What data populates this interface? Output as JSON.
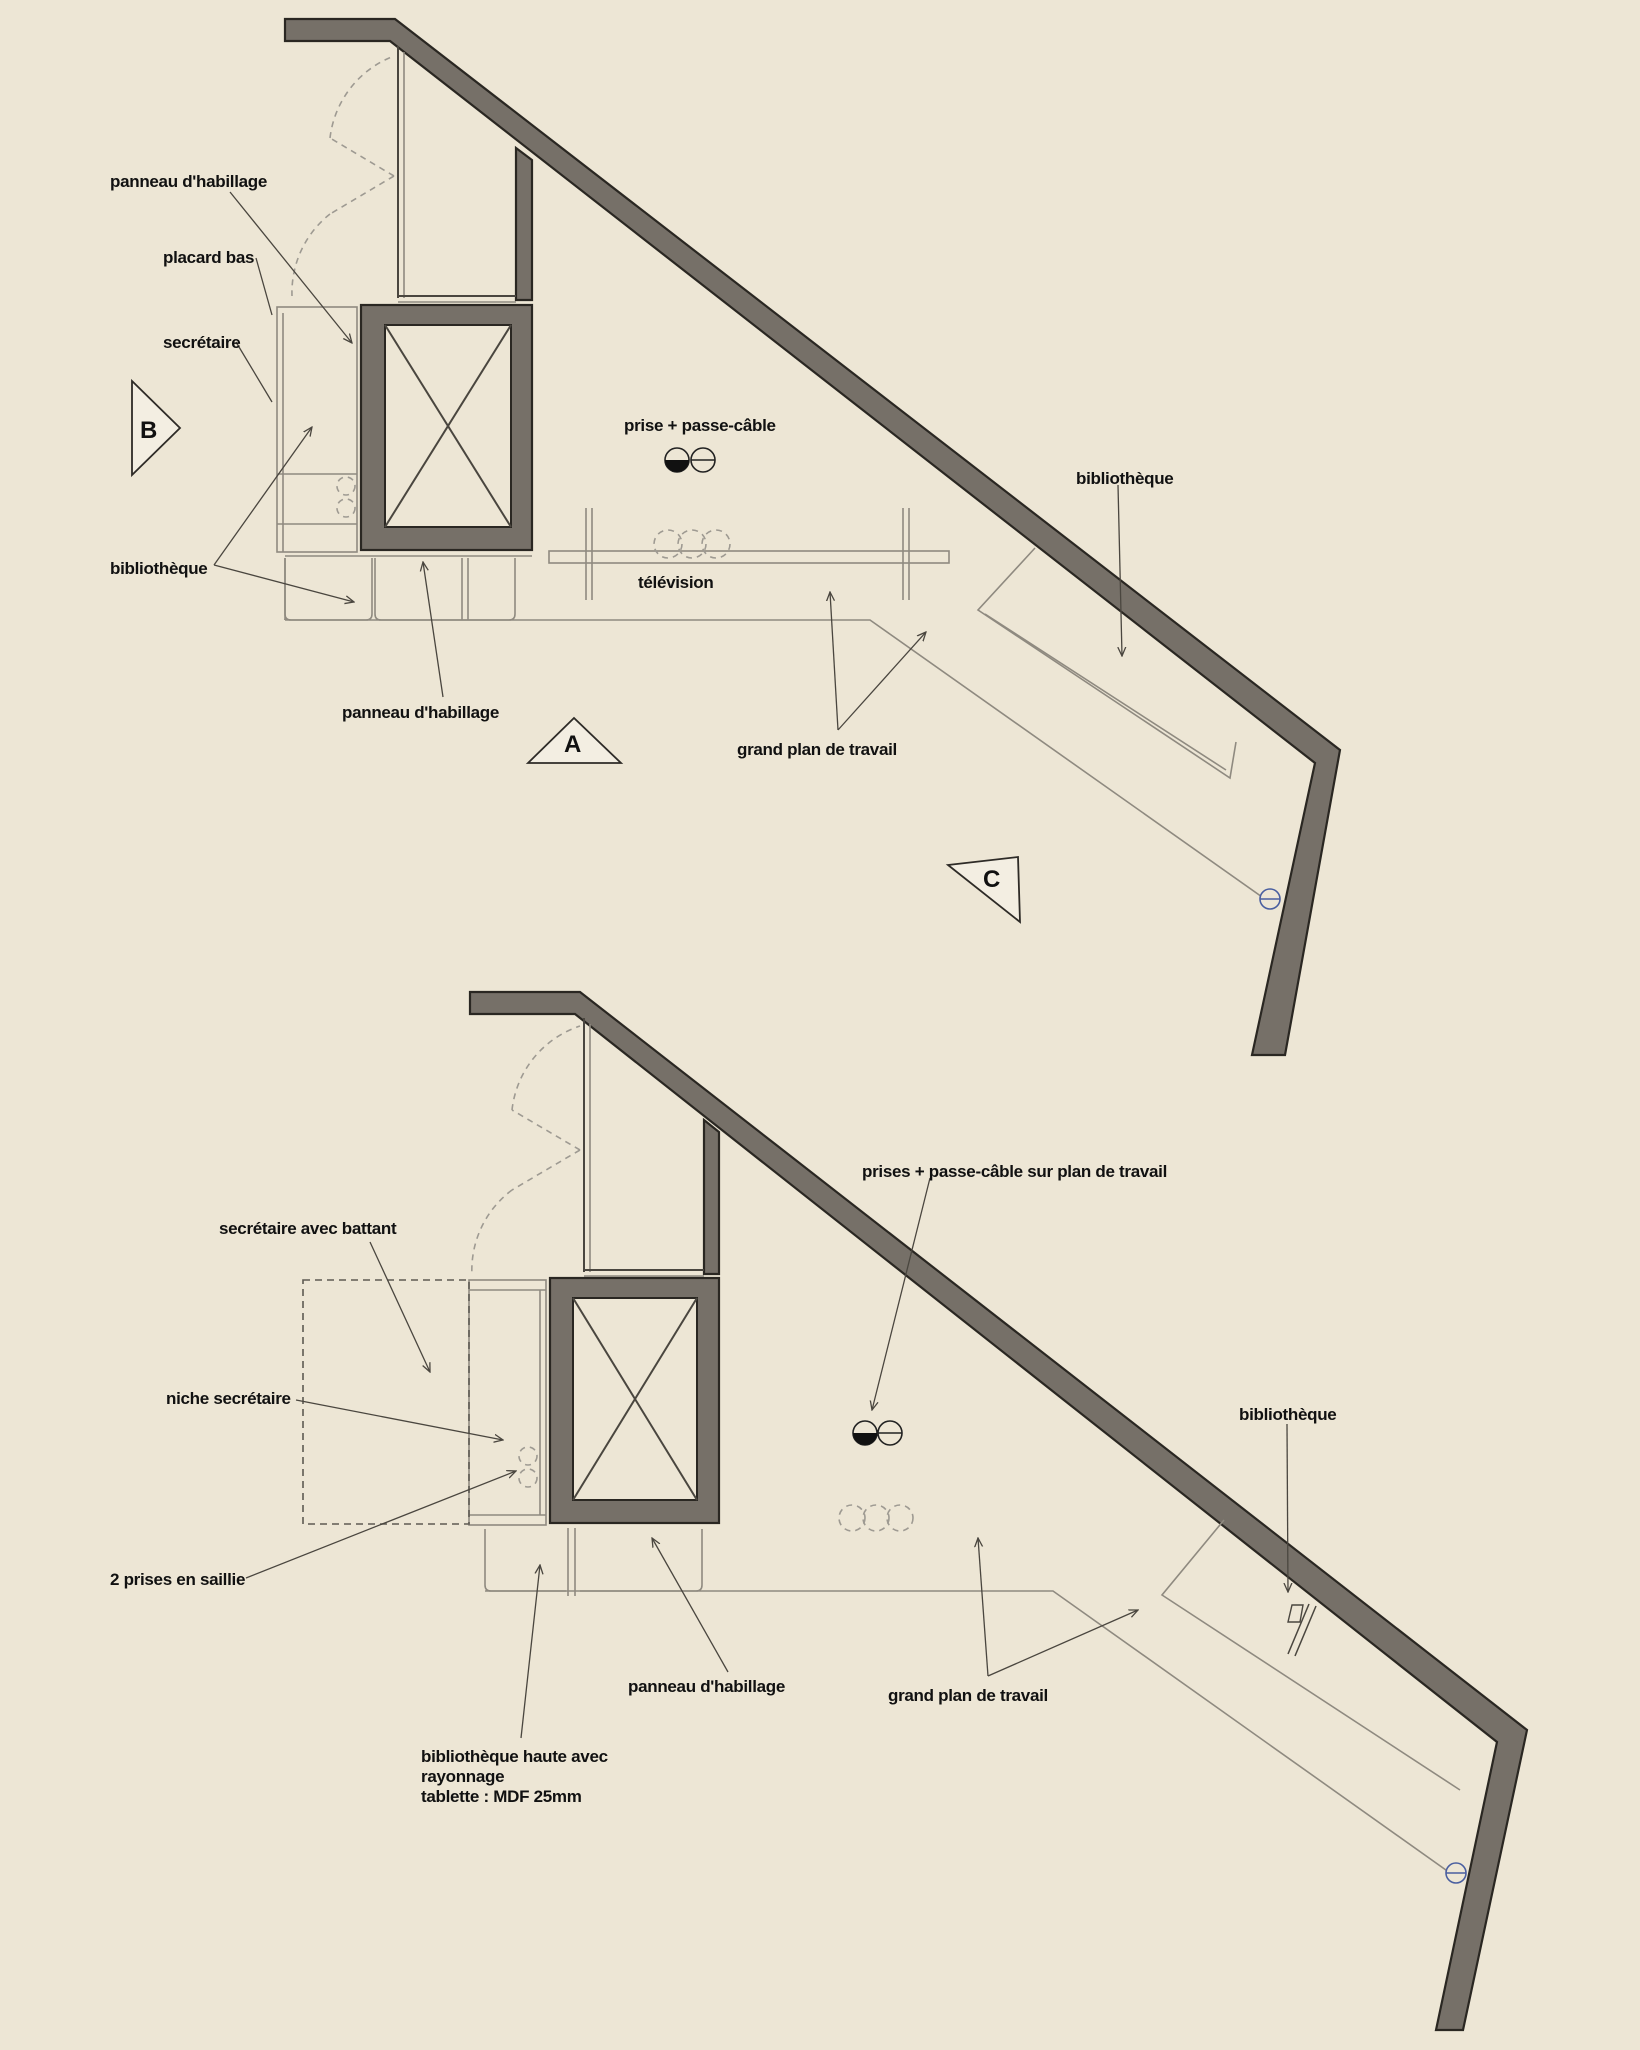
{
  "plan_top": {
    "labels": {
      "panneau_habillage_1": "panneau d'habillage",
      "placard_bas": "placard bas",
      "secretaire": "secrétaire",
      "bibliotheque_left": "bibliothèque",
      "panneau_habillage_2": "panneau d'habillage",
      "prise_passe_cable": "prise + passe-câble",
      "television": "télévision",
      "bibliotheque_right": "bibliothèque",
      "grand_plan_de_travail": "grand plan de travail"
    },
    "section_markers": {
      "b": "B",
      "a": "A",
      "c": "C"
    }
  },
  "plan_bottom": {
    "labels": {
      "prises_passe_cable": "prises + passe-câble sur plan de travail",
      "secretaire_battant": "secrétaire avec battant",
      "niche_secretaire": "niche secrétaire",
      "deux_prises": "2 prises en saillie",
      "bibliotheque_right": "bibliothèque",
      "panneau_habillage": "panneau d'habillage",
      "grand_plan_de_travail": "grand plan de travail",
      "bibliotheque_haute_line1": "bibliothèque haute avec",
      "bibliotheque_haute_line2": "rayonnage",
      "bibliotheque_haute_line3": "tablette : MDF 25mm"
    }
  },
  "colors": {
    "paper": "#ede6d5",
    "wall_fill": "#767068",
    "ink": "#111111"
  }
}
